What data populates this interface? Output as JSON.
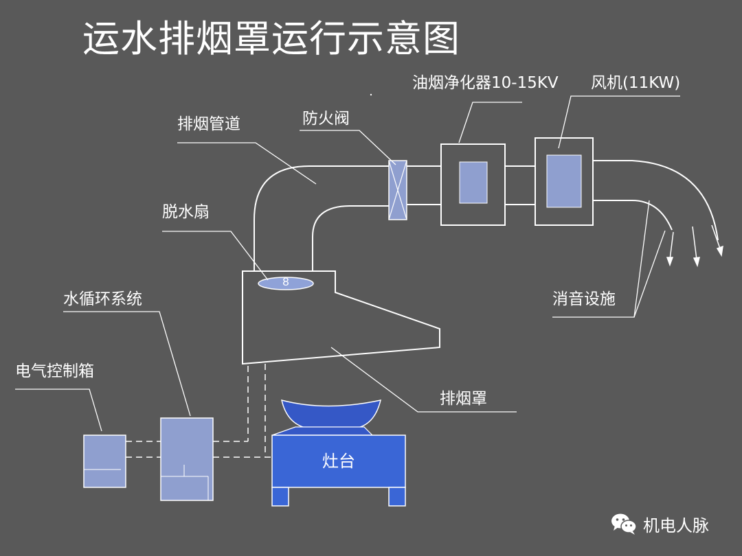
{
  "title": "运水排烟罩运行示意图",
  "labels": {
    "purifier": "油烟净化器10-15KV",
    "fan": "风机(11KW)",
    "duct": "排烟管道",
    "fire_damper": "防火阀",
    "dewater_fan": "脱水扇",
    "water_system": "水循环系统",
    "silencer": "消音设施",
    "control_box": "电气控制箱",
    "hood": "排烟罩",
    "stove": "灶台"
  },
  "fan_symbol": "8",
  "brand": "机电人脉",
  "colors": {
    "background": "#595959",
    "line": "#ffffff",
    "box_fill": "#8f9fcf",
    "stove_fill": "#3a66d6",
    "stove_bowl": "#3558c6",
    "fan_fill": "#8fa2d8"
  },
  "icons": {
    "brand": "wechat-icon"
  }
}
